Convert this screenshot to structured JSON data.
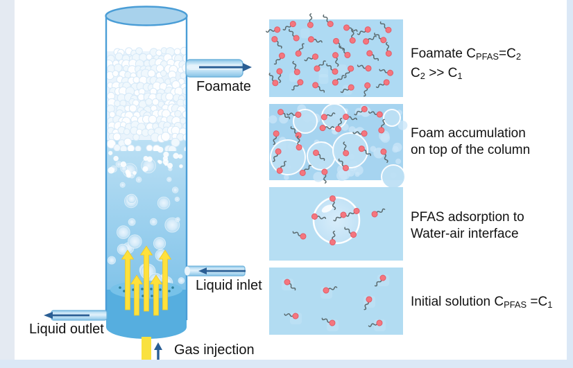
{
  "colors": {
    "frame_left": "#E4EAF2",
    "frame": "#DBE8F6",
    "column_outline": "#4A9DD6",
    "column_top_fill": "#A8D2EC",
    "liquid_top": "#BCE0F4",
    "liquid_bottom": "#74BDE7",
    "bottom_section": "#56AEDF",
    "sparger": "#77C2E9",
    "sparger_dots": "#2E7E95",
    "gas_yellow": "#F9E13F",
    "rise_arrow_yellow": "#FFE13C",
    "rise_arrow_edge": "#EDC829",
    "arrow_dark_blue": "#2A5E94",
    "pipe_border": "#6FB3DC",
    "molecule_head": "#F4767E",
    "molecule_head_border": "#E25A67",
    "molecule_tail": "#5A6A6E",
    "text": "#121212"
  },
  "column": {
    "labels": {
      "foamate": "Foamate",
      "liquid_inlet": "Liquid inlet",
      "liquid_outlet": "Liquid outlet",
      "gas_injection": "Gas injection"
    }
  },
  "panels": [
    {
      "name": "foamate-concentrate",
      "bg": "#AEDAF3",
      "lines": [
        [
          {
            "t": "Foamate C"
          },
          {
            "sub": "PFAS"
          },
          {
            "t": "=C"
          },
          {
            "sub": "2"
          }
        ],
        [
          {
            "t": "C"
          },
          {
            "sub": "2"
          },
          {
            "t": " >> C"
          },
          {
            "sub": "1"
          }
        ]
      ],
      "molecule_count": 35,
      "seed": 101
    },
    {
      "name": "foam-accumulation",
      "bg": "#A6D4F0",
      "lines": [
        [
          {
            "t": "Foam accumulation"
          }
        ],
        [
          {
            "t": "on top of the column"
          }
        ]
      ],
      "molecule_count": 22,
      "seed": 202,
      "outlined_bubbles": [
        [
          52,
          25,
          17
        ],
        [
          94,
          18,
          18
        ],
        [
          27,
          77,
          25
        ],
        [
          75,
          75,
          20
        ],
        [
          117,
          67,
          25
        ],
        [
          177,
          20,
          12
        ],
        [
          179,
          105,
          17
        ]
      ]
    },
    {
      "name": "pfas-adsorption",
      "bg": "#B6DEF3",
      "lines": [
        [
          {
            "t": "PFAS adsorption to"
          }
        ],
        [
          {
            "t": "Water-air interface"
          }
        ]
      ],
      "bubble": [
        97,
        48,
        33
      ],
      "rim_angles_deg": [
        100,
        25,
        170,
        -40,
        -100
      ],
      "inner_molecules": [
        [
          107,
          40,
          150
        ]
      ],
      "free_molecules": [
        [
          49,
          71,
          205
        ],
        [
          152,
          39,
          -25
        ]
      ]
    },
    {
      "name": "initial-solution",
      "bg": "#B2DCF2",
      "lines": [
        [
          {
            "t": "Initial solution C"
          },
          {
            "sub": "PFAS"
          },
          {
            "t": " =C"
          },
          {
            "sub": "1"
          }
        ]
      ],
      "molecules": [
        [
          26,
          21,
          45
        ],
        [
          82,
          33,
          -15
        ],
        [
          164,
          15,
          135
        ],
        [
          144,
          46,
          115
        ],
        [
          38,
          70,
          190
        ],
        [
          91,
          80,
          205
        ],
        [
          159,
          80,
          165
        ]
      ]
    }
  ]
}
